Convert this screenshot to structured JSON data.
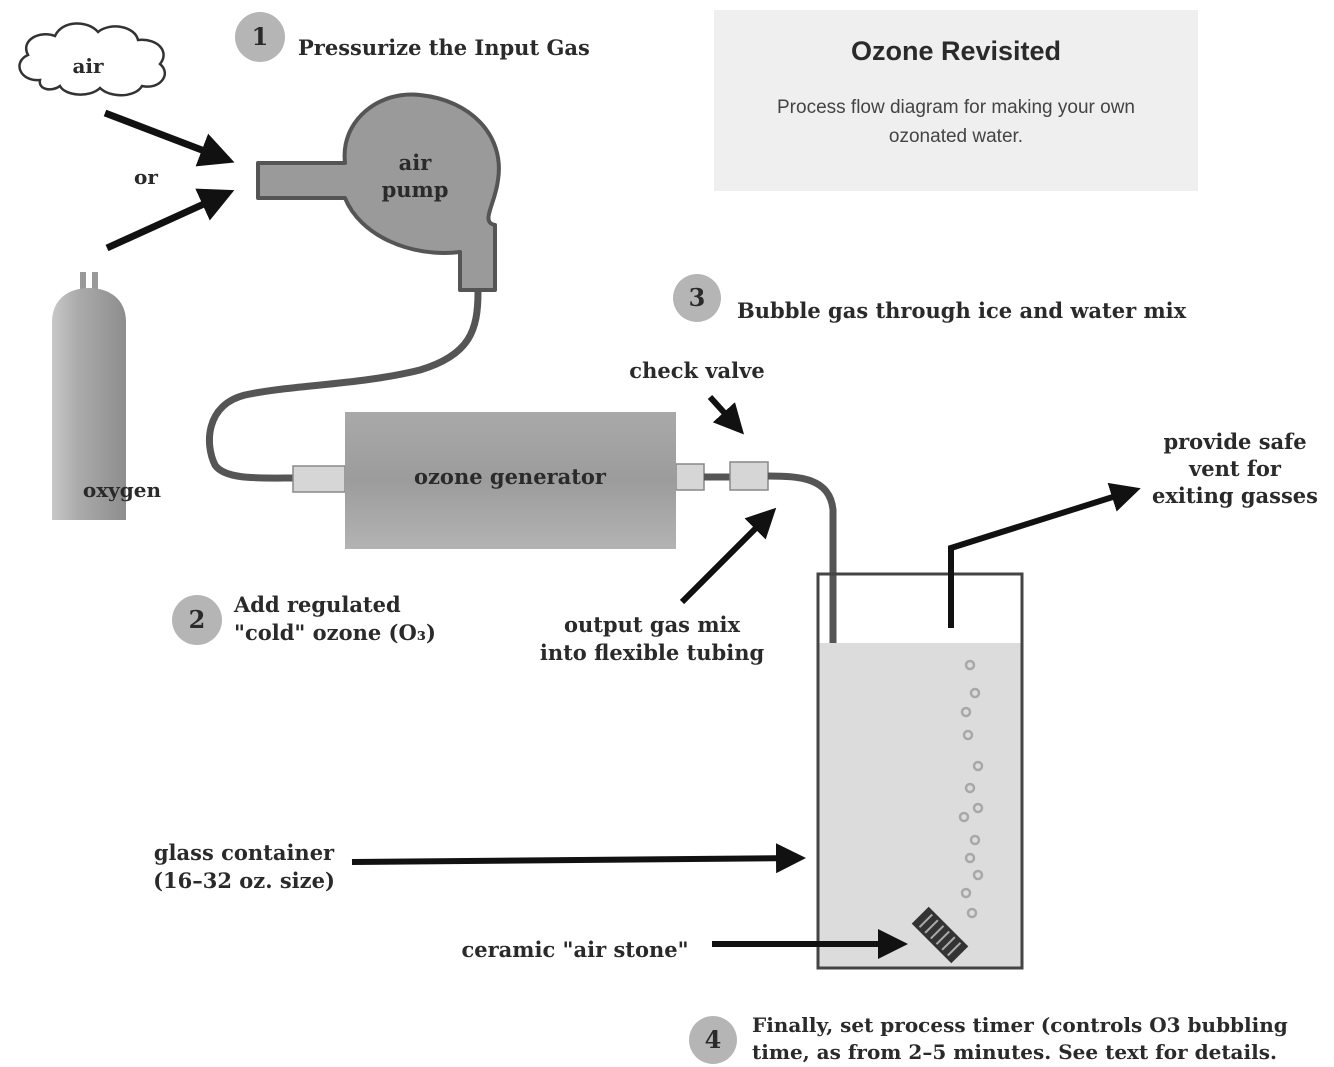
{
  "info_box": {
    "title": "Ozone Revisited",
    "subtitle": "Process flow diagram for making your own ozonated water."
  },
  "steps": [
    {
      "number": "1",
      "text": "Pressurize the Input Gas"
    },
    {
      "number": "2",
      "line1": "Add regulated",
      "line2": "\"cold\" ozone (O₃)"
    },
    {
      "number": "3",
      "text": "Bubble gas through ice and water mix"
    },
    {
      "number": "4",
      "line1": "Finally, set process timer (controls O3 bubbling",
      "line2": "time, as from 2–5 minutes. See text for details."
    }
  ],
  "labels": {
    "air": "air",
    "or": "or",
    "oxygen": "oxygen",
    "air_pump_line1": "air",
    "air_pump_line2": "pump",
    "ozone_generator": "ozone generator",
    "check_valve": "check valve",
    "output_line1": "output gas mix",
    "output_line2": "into flexible tubing",
    "vent_line1": "provide safe",
    "vent_line2": "vent for",
    "vent_line3": "exiting gasses",
    "glass_line1": "glass container",
    "glass_line2": "(16–32 oz. size)",
    "air_stone": "ceramic \"air stone\""
  },
  "colors": {
    "equipment_gray": "#9a9a9a",
    "water": "#dcdcdc",
    "step_badge": "#b5b5b5",
    "arrow": "#111111"
  }
}
